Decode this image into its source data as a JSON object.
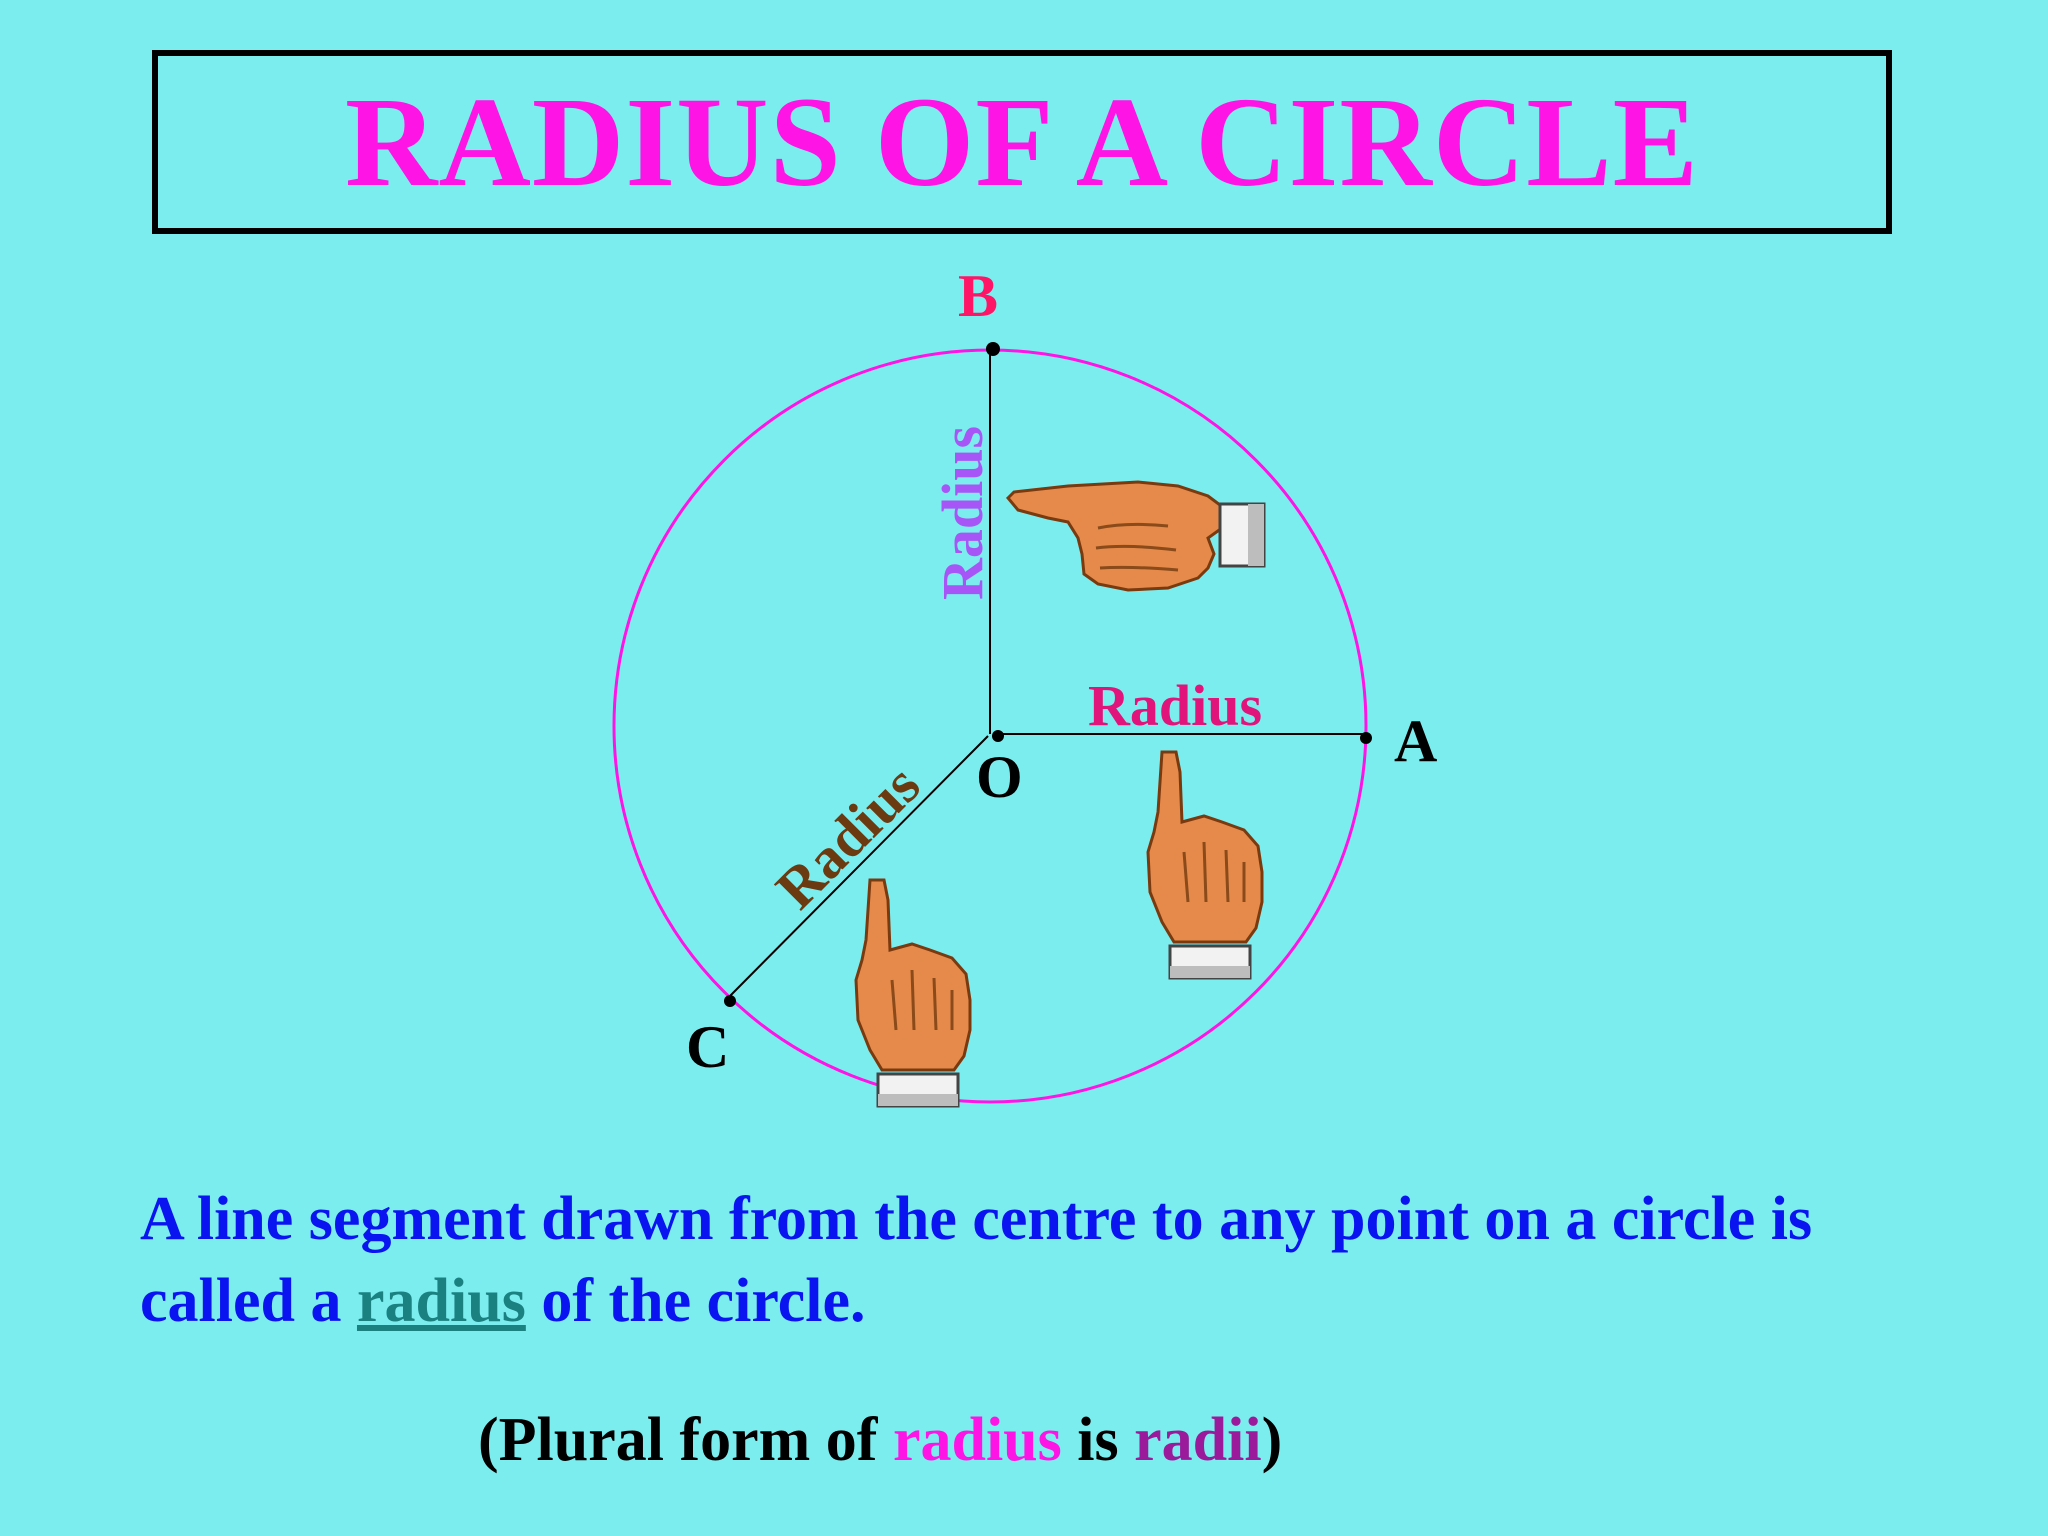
{
  "title": "RADIUS OF A CIRCLE",
  "diagram": {
    "center_label": "O",
    "points": [
      {
        "label": "A"
      },
      {
        "label": "B"
      },
      {
        "label": "C"
      }
    ],
    "radius_labels": {
      "OA": "Radius",
      "OB": "Radius",
      "OC": "Radius"
    },
    "colors": {
      "circle": "#FF14E6",
      "label_B": "#FF1466",
      "label_radius_OA": "#E0147A",
      "label_radius_OB": "#A855F7",
      "label_radius_OC": "#6B3A10",
      "segments": "#000000"
    },
    "icons": [
      "pointing-hand-left-icon",
      "pointing-hand-up-icon",
      "pointing-hand-up-icon"
    ]
  },
  "definition": {
    "line1": "A line segment drawn from the centre to any point on a circle is",
    "line2_before": "called a ",
    "line2_keyword": "radius",
    "line2_after": " of the circle."
  },
  "plural_note": {
    "open": "(Plural form of ",
    "word1": "radius",
    "middle": " is ",
    "word2": "radii",
    "close": ")"
  }
}
